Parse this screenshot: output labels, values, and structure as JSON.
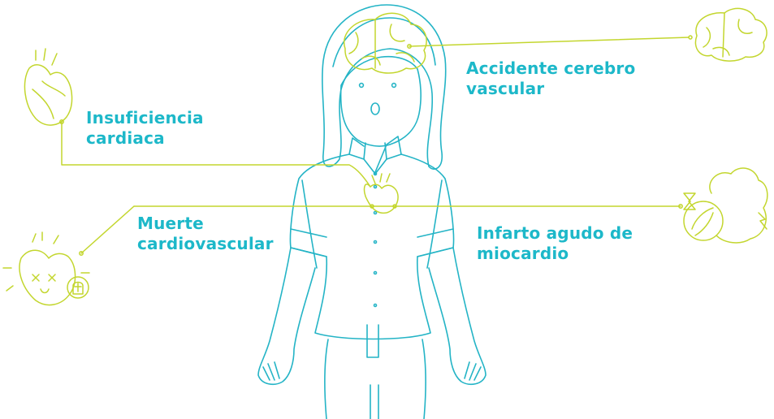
{
  "colors": {
    "label": "#1db8c9",
    "person_line": "#24b4c6",
    "organ_line": "#c3d62e"
  },
  "labels": {
    "stroke": "Accidente cerebro\nvascular",
    "heart_failure": "Insuficiencia\ncardiaca",
    "cv_death": "Muerte\ncardiovascular",
    "mi": "Infarto agudo de\nmiocardio"
  },
  "icons": {
    "brain": "brain-icon",
    "heart": "heart-icon",
    "dead_heart": "dead-heart-icon",
    "infarct_heart": "infarct-heart-icon"
  }
}
